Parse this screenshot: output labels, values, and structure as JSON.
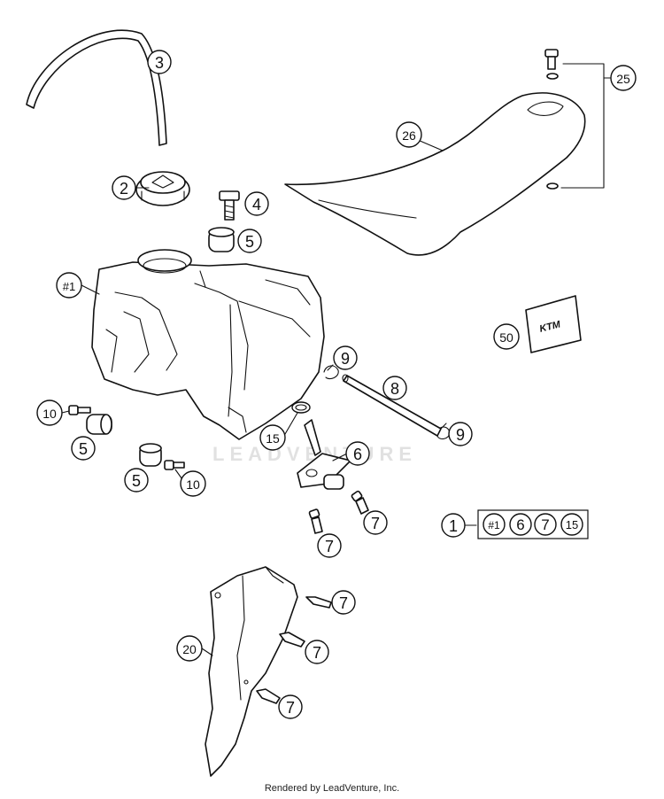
{
  "diagram": {
    "callouts": {
      "c3": "3",
      "c2": "2",
      "c4": "4",
      "c5a": "5",
      "c1_tank": "#1",
      "c26": "26",
      "c25": "25",
      "c50": "50",
      "c9a": "9",
      "c8": "8",
      "c9b": "9",
      "c10a": "10",
      "c5b": "5",
      "c15": "15",
      "c6": "6",
      "c5c": "5",
      "c10b": "10",
      "c7a": "7",
      "c7b": "7",
      "c20": "20",
      "c7c": "7",
      "c7d": "7",
      "c7e": "7"
    },
    "kit": {
      "number": "1",
      "items": [
        "#1",
        "6",
        "7",
        "15"
      ]
    },
    "decal_text": "KTM",
    "watermark": "LEADVENTURE"
  },
  "footer": "Rendered by LeadVenture, Inc."
}
